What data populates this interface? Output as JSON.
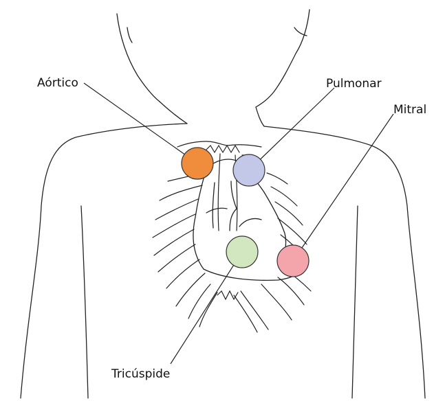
{
  "labels": {
    "aortic": "Aórtico",
    "pulmonary": "Pulmonar",
    "mitral": "Mitral",
    "tricuspid": "Tricúspide"
  },
  "colors": {
    "aortic": "#f08d3c",
    "pulmonary": "#c3c8e8",
    "mitral": "#f4a5ac",
    "tricuspid": "#d2e6bf"
  }
}
